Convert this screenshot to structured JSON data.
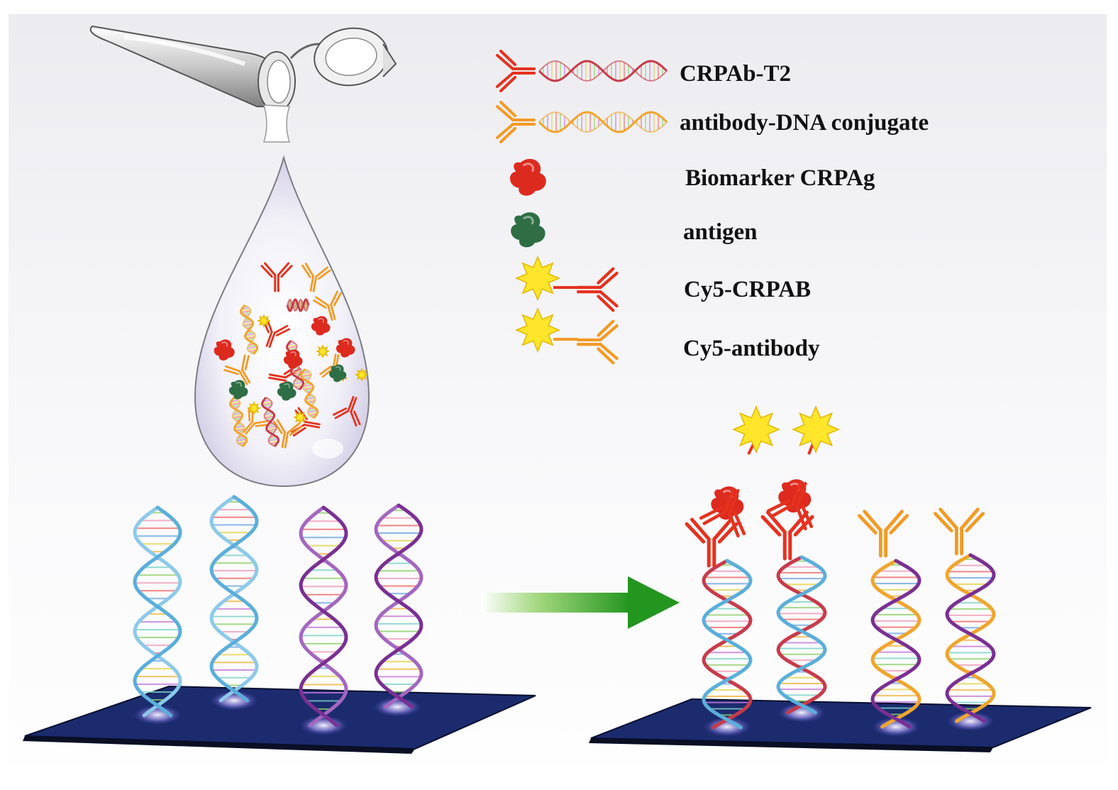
{
  "legend": {
    "items": [
      {
        "label": "CRPAb-T2",
        "icon": "antibody-dna-conjugate-red-icon"
      },
      {
        "label": "antibody-DNA conjugate",
        "icon": "antibody-dna-conjugate-orange-icon"
      },
      {
        "label": "Biomarker CRPAg",
        "icon": "red-antigen-blob-icon"
      },
      {
        "label": "antigen",
        "icon": "green-antigen-blob-icon"
      },
      {
        "label": "Cy5-CRPAB",
        "icon": "star-red-antibody-icon"
      },
      {
        "label": "Cy5-antibody",
        "icon": "star-orange-antibody-icon"
      }
    ]
  },
  "colors": {
    "background": "#f3f3f6",
    "red_antibody": "#e5321f",
    "orange_antibody": "#f39a25",
    "red_antigen": "#dd2a1f",
    "green_antigen": "#2f6e45",
    "cy5_star": "#ffe62b",
    "dna_blue": "#5aaedb",
    "dna_purple": "#7a2f93",
    "dna_red": "#c73b4a",
    "dna_orange": "#f0a52d",
    "chip": "#1b2b6e",
    "arrow_green": "#2ca02c"
  }
}
